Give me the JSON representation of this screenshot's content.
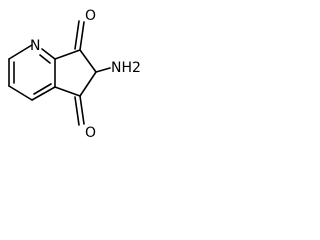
{
  "molecule": {
    "atoms": {
      "nitrogen": "N",
      "oxygen_top": "O",
      "oxygen_bottom": "O",
      "amine": "NH2"
    },
    "colors": {
      "bond": "#000000",
      "label": "#000000",
      "background": "#ffffff"
    }
  }
}
